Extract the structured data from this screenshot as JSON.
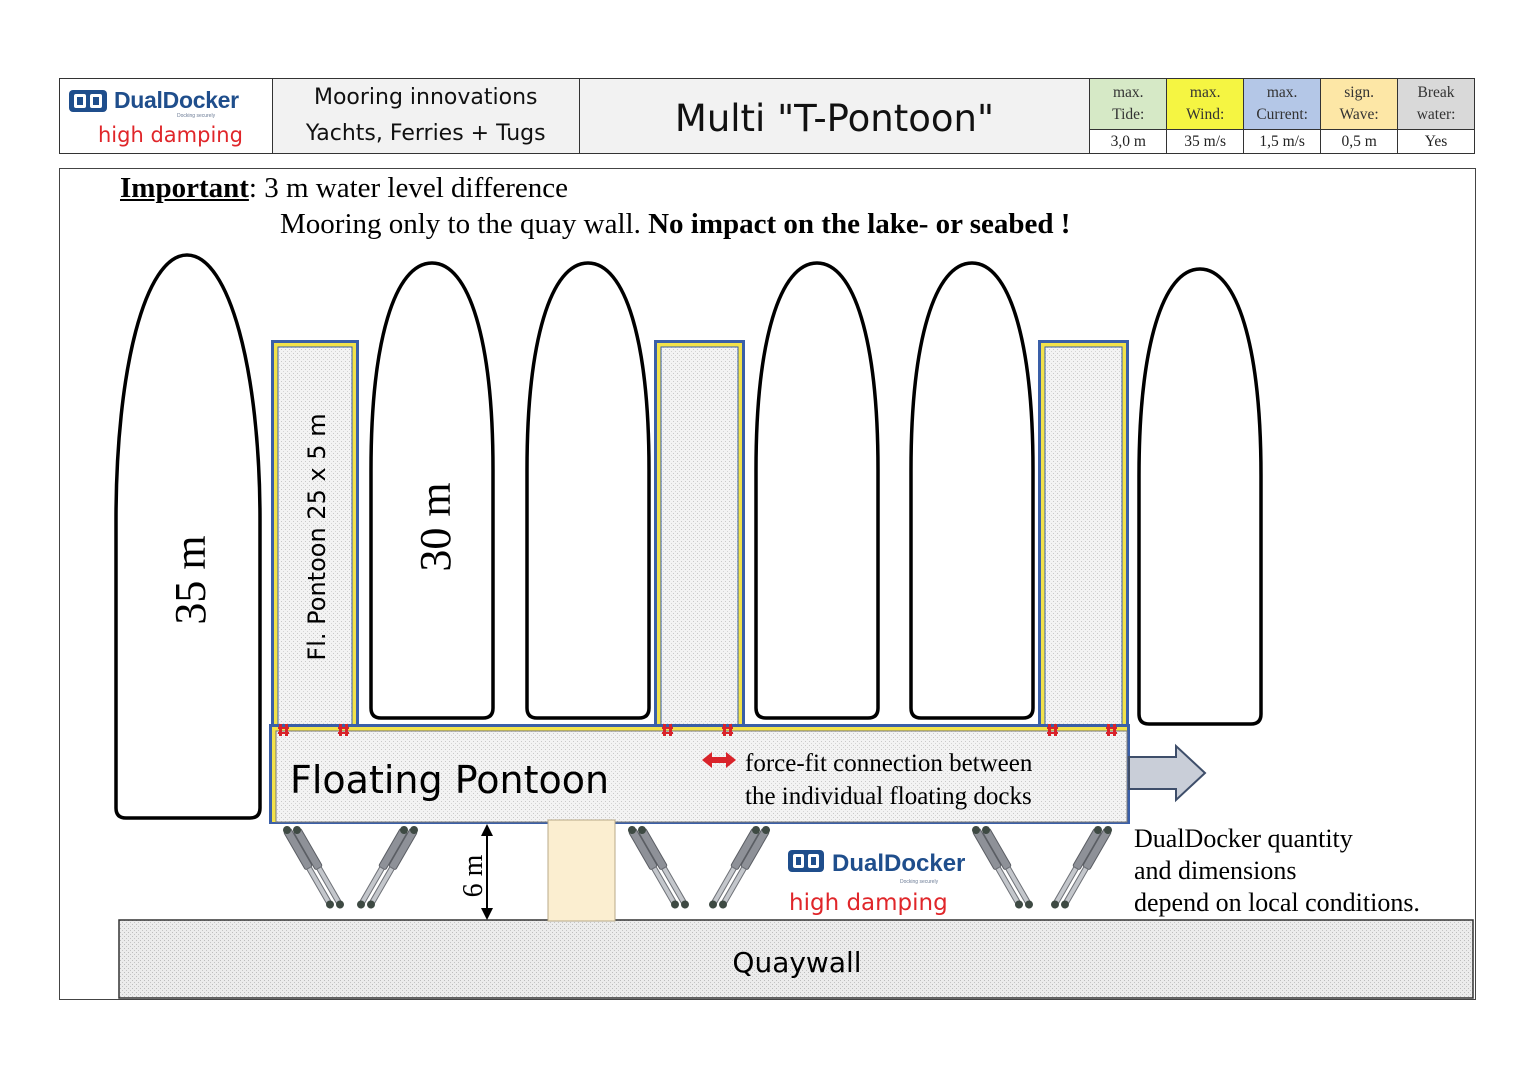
{
  "header": {
    "logo": {
      "wordmark": "DualDocker",
      "tagline": "Docking securely",
      "subtitle": "high damping"
    },
    "mooring": {
      "line1": "Mooring innovations",
      "line2": "Yachts, Ferries + Tugs"
    },
    "title": "Multi \"T-Pontoon\"",
    "specs": [
      {
        "line1": "max.",
        "line2": "Tide:",
        "value": "3,0 m",
        "color": "#d6e9c6"
      },
      {
        "line1": "max.",
        "line2": "Wind:",
        "value": "35 m/s",
        "color": "#f5f542"
      },
      {
        "line1": "max.",
        "line2": "Current:",
        "value": "1,5 m/s",
        "color": "#b4c7e7"
      },
      {
        "line1": "sign.",
        "line2": "Wave:",
        "value": "0,5 m",
        "color": "#fde7a6"
      },
      {
        "line1": "Break",
        "line2": "water:",
        "value": "Yes",
        "color": "#d9d9d9"
      }
    ]
  },
  "notes": {
    "important_label": "Important",
    "line1": ": 3 m water level difference",
    "line2_normal": "Mooring only to the quay wall. ",
    "line2_bold": "No impact on the lake- or seabed !"
  },
  "diagram": {
    "boat_large_label": "35 m",
    "boat_medium_label": "30 m",
    "finger_pontoon_label": "Fl. Pontoon 25 x 5 m",
    "floating_pontoon_label": "Floating Pontoon",
    "force_fit_line1": "force-fit connection between",
    "force_fit_line2": "the individual floating docks",
    "gap_label": "6 m",
    "quaywall_label": "Quaywall",
    "inner_logo_wordmark": "DualDocker",
    "inner_logo_tagline": "Docking securely",
    "inner_logo_subtitle": "high damping",
    "side_note_line1": "DualDocker quantity",
    "side_note_line2": "and dimensions",
    "side_note_line3": "depend on local conditions.",
    "colors": {
      "pontoon_edge_yellow": "#f2e24a",
      "pontoon_edge_blue": "#3a5fa8",
      "block_fill": "#fbeed0",
      "connector_red": "#d9232a",
      "logo_blue": "#1f4e8c",
      "logo_red": "#e0262a"
    }
  }
}
